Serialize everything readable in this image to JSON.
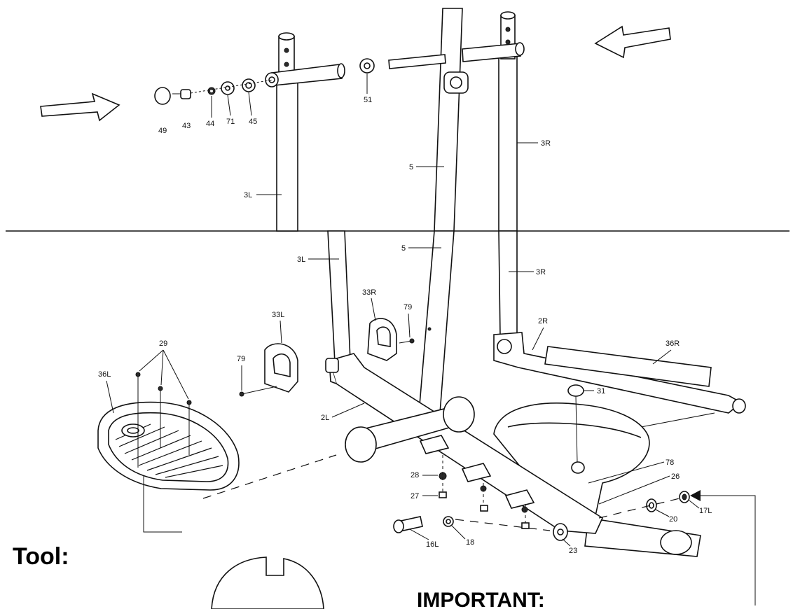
{
  "labels": {
    "p49": "49",
    "p43": "43",
    "p44": "44",
    "p71": "71",
    "p45": "45",
    "p51": "51",
    "p5_top": "5",
    "p3R_top": "3R",
    "p3L_top": "3L",
    "p3L_bot": "3L",
    "p5_bot": "5",
    "p3R_bot": "3R",
    "p33R": "33R",
    "p79_a": "79",
    "p33L": "33L",
    "p79_b": "79",
    "p2R": "2R",
    "p36R": "36R",
    "p29": "29",
    "p36L": "36L",
    "p31": "31",
    "p2L": "2L",
    "p78": "78",
    "p26": "26",
    "p28": "28",
    "p27": "27",
    "p20": "20",
    "p17L": "17L",
    "p16L": "16L",
    "p18": "18",
    "p23": "23"
  },
  "text": {
    "tool": "Tool:",
    "important": "IMPORTANT:"
  }
}
